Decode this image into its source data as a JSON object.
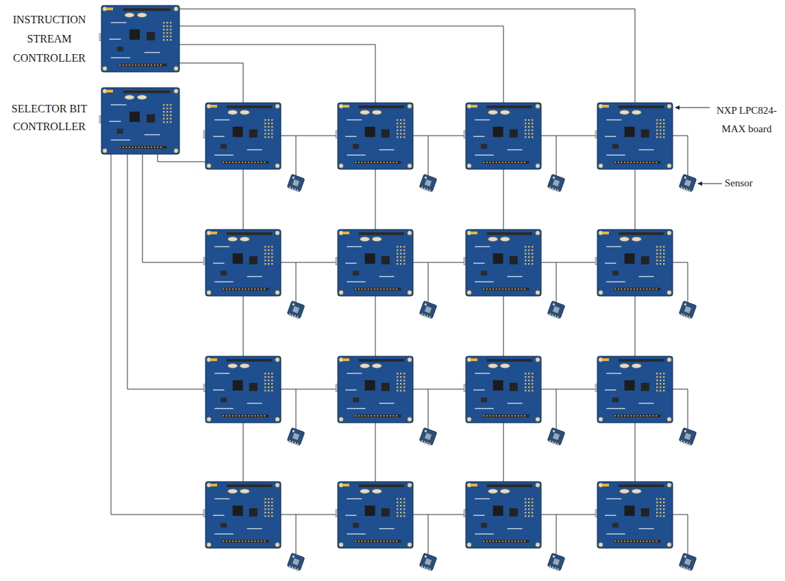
{
  "diagram": {
    "nodes": [
      {
        "text": [
          "INSTRUCTION STREAM CONTROLLER"
        ]
      },
      {
        "text": [
          "SELECTOR BIT CONTROLLER"
        ]
      },
      {
        "text": [
          "NXP LPC824-MAX board"
        ]
      },
      {
        "text": [
          "Sensor"
        ]
      }
    ],
    "edges": [
      {
        "from": 0,
        "to": 2,
        "arrow": "none"
      },
      {
        "from": 2,
        "to": 3,
        "arrow": "none"
      }
    ]
  }
}
